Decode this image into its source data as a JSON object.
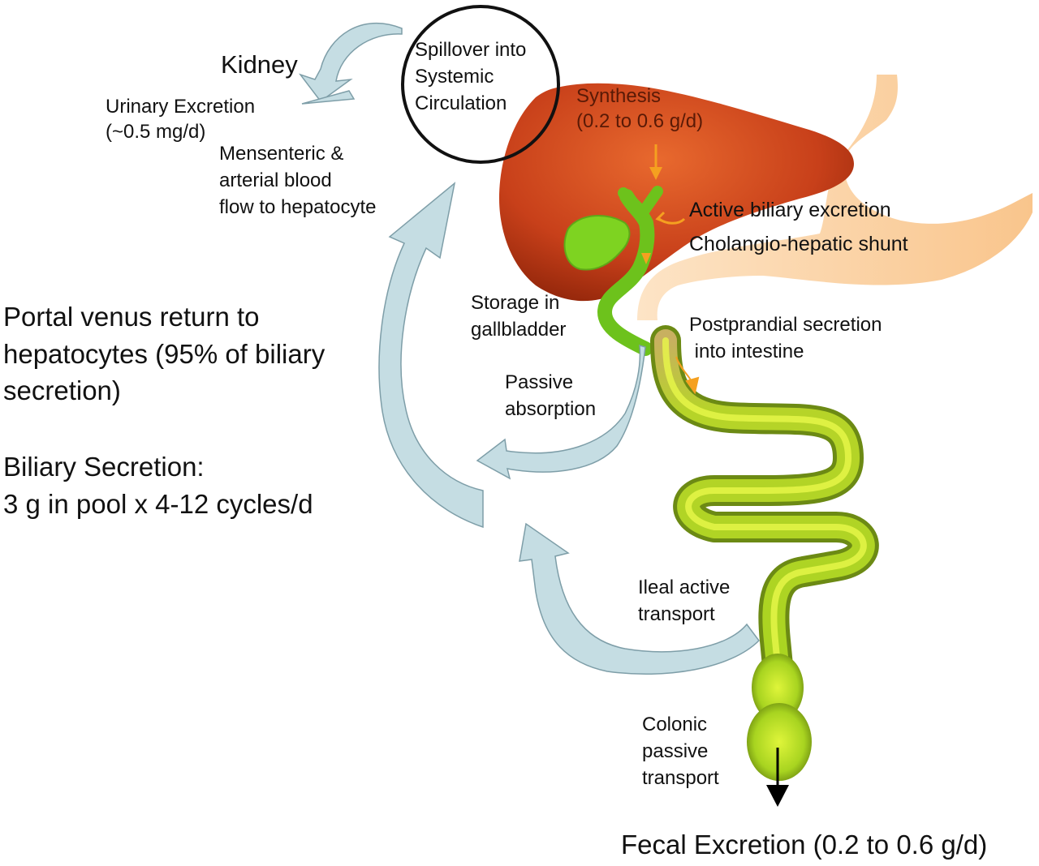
{
  "labels": {
    "kidney": "Kidney",
    "urinary_excretion": "Urinary Excretion\n(~0.5 mg/d)",
    "spillover": "Spillover into\nSystemic\nCirculation",
    "mesenteric_flow": "Mensenteric &\narterial blood\nflow to hepatocyte",
    "synthesis": "Synthesis\n(0.2 to 0.6 g/d)",
    "active_biliary_excretion": "Active biliary excretion",
    "cholangio_hepatic_shunt": "Cholangio-hepatic shunt",
    "storage_gallbladder": "Storage in\ngallbladder",
    "portal_venous_return": "Portal venus return to\nhepatocytes (95% of biliary\nsecretion)",
    "biliary_secretion": "Biliary Secretion:\n3 g in pool x 4-12 cycles/d",
    "postprandial_secretion": "Postprandial secretion\n into intestine",
    "passive_absorption": "Passive\nabsorption",
    "ileal_active_transport": "Ileal active\ntransport",
    "colonic_passive_transport": "Colonic\npassive\ntransport",
    "fecal_excretion": "Fecal Excretion (0.2 to 0.6 g/d)"
  },
  "colors": {
    "liver": "#c8401a",
    "gallbladder": "#7ed321",
    "intestine": "#a8d420",
    "stomach": "#fbd0a0",
    "arrow_blue": "#c5dde3",
    "flow_arrow_orange": "#f5a020"
  }
}
